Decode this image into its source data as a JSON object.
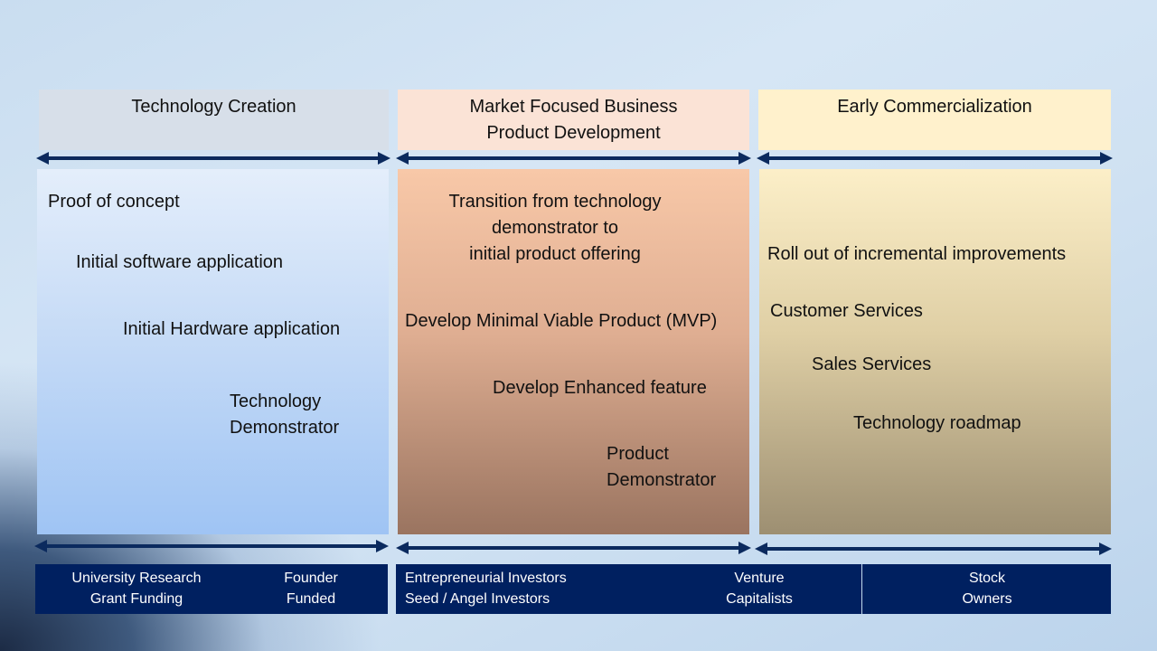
{
  "headers": {
    "col1": "Technology Creation",
    "col2_line1": "Market Focused Business",
    "col2_line2": "Product Development",
    "col3": "Early Commercialization"
  },
  "col1": {
    "item1": "Proof of concept",
    "item2": "Initial software application",
    "item3": "Initial Hardware application",
    "item4_line1": "Technology",
    "item4_line2": "Demonstrator"
  },
  "col2": {
    "item1_line1": "Transition from technology",
    "item1_line2": "demonstrator to",
    "item1_line3": "initial product offering",
    "item2": "Develop Minimal Viable Product (MVP)",
    "item3": "Develop Enhanced feature",
    "item4_line1": "Product",
    "item4_line2": "Demonstrator"
  },
  "col3": {
    "item1": "Roll out of incremental improvements",
    "item2": "Customer Services",
    "item3": "Sales Services",
    "item4": "Technology roadmap"
  },
  "funding": {
    "university_line1": "University Research",
    "university_line2": "Grant Funding",
    "founder_line1": "Founder",
    "founder_line2": "Funded",
    "entrepreneurial_line1": "Entrepreneurial Investors",
    "entrepreneurial_line2": "Seed / Angel Investors",
    "venture_line1": "Venture",
    "venture_line2": "Capitalists",
    "stock_line1": "Stock",
    "stock_line2": "Owners"
  },
  "colors": {
    "arrow": "#0b2a5e",
    "funding_bar": "#002060"
  }
}
